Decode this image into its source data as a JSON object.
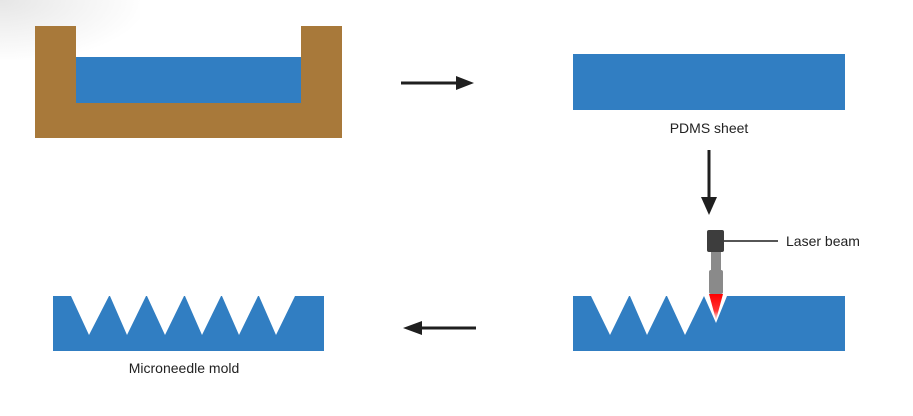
{
  "diagram": {
    "title": "PDMS microneedle mold fabrication by laser ablation",
    "colors": {
      "mold_brown": "#a8793a",
      "pdms_blue": "#317ec2",
      "arrow": "#1f1f1f",
      "laser_head_dark": "#3d3d3d",
      "laser_body_gray": "#8a8a8a",
      "laser_beam_red": "#ff1a1a",
      "text": "#222222",
      "background": "#ffffff"
    },
    "steps": [
      {
        "id": "casting",
        "description": "PDMS cured in brown mold"
      },
      {
        "id": "sheet",
        "label": "PDMS sheet"
      },
      {
        "id": "ablation",
        "callout": "Laser beam",
        "cavities_cut": 3
      },
      {
        "id": "result",
        "label": "Microneedle mold",
        "cavities": 6
      }
    ],
    "arrows": [
      {
        "from": "casting",
        "to": "sheet",
        "direction": "right"
      },
      {
        "from": "sheet",
        "to": "ablation",
        "direction": "down"
      },
      {
        "from": "ablation",
        "to": "result",
        "direction": "left"
      }
    ]
  }
}
